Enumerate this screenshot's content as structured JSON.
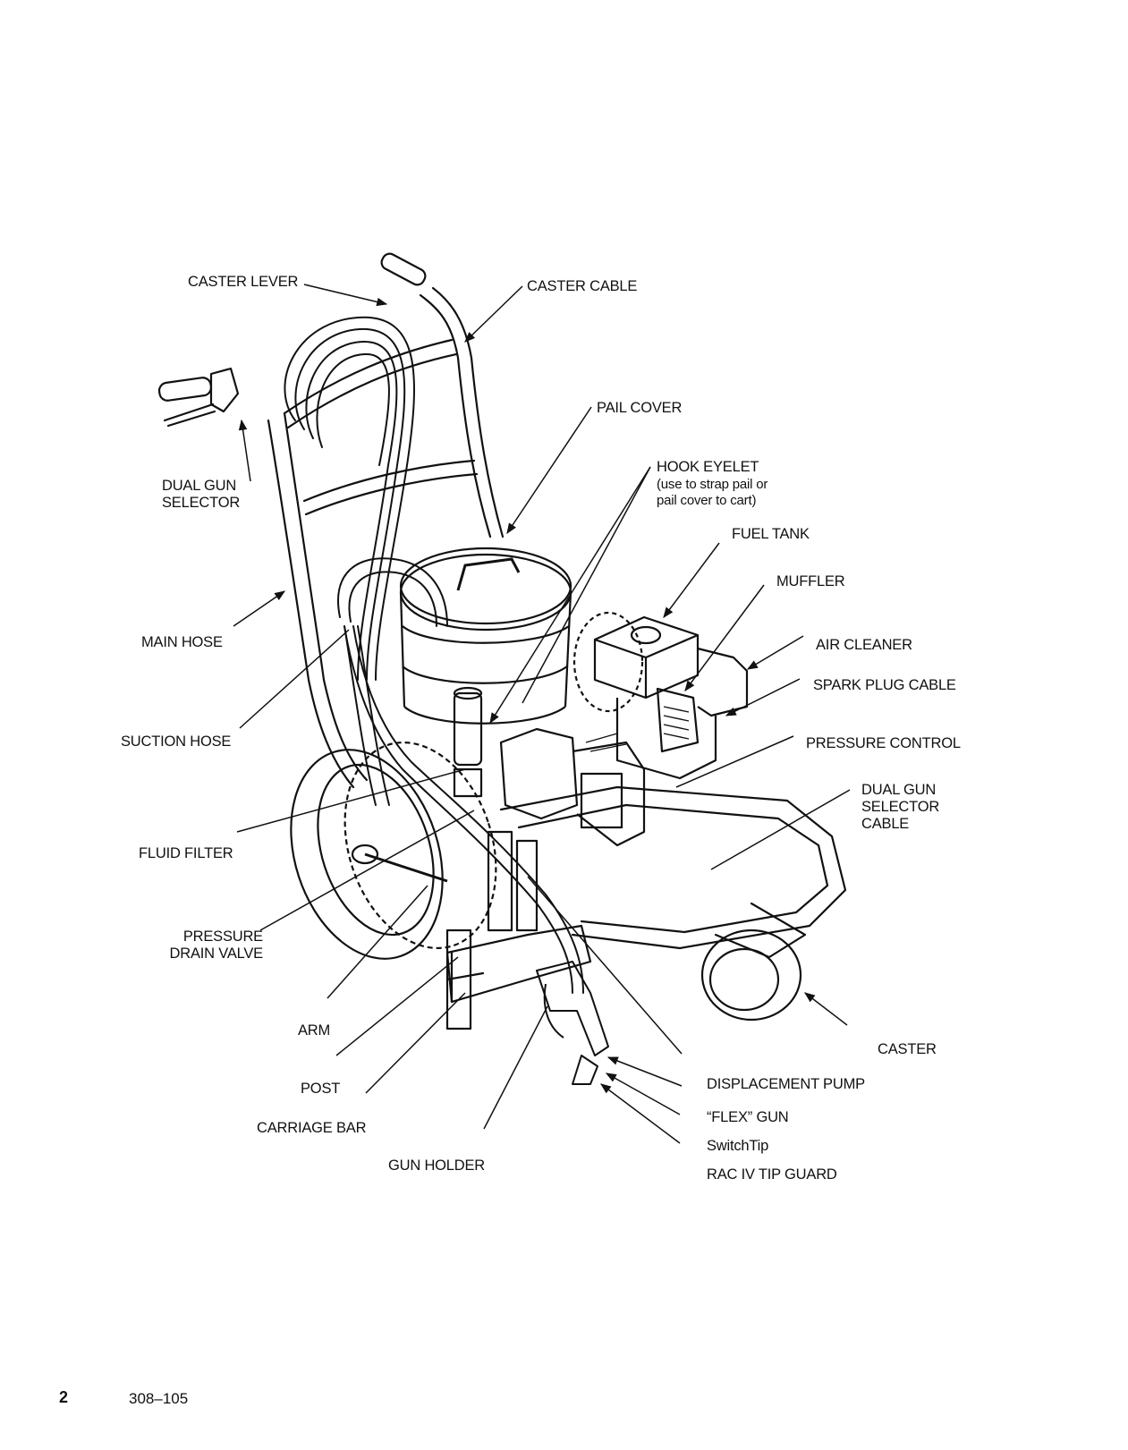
{
  "labels": {
    "caster_lever": "CASTER LEVER",
    "caster_cable": "CASTER CABLE",
    "pail_cover": "PAIL COVER",
    "hook_eyelet": "HOOK EYELET",
    "hook_eyelet_note_1": "(use to strap pail or",
    "hook_eyelet_note_2": "pail cover to cart)",
    "fuel_tank": "FUEL TANK",
    "muffler": "MUFFLER",
    "air_cleaner": "AIR CLEANER",
    "spark_plug_cable": "SPARK PLUG CABLE",
    "pressure_control": "PRESSURE CONTROL",
    "dual_gun_selector_cable_1": "DUAL GUN",
    "dual_gun_selector_cable_2": "SELECTOR",
    "dual_gun_selector_cable_3": "CABLE",
    "dual_gun_selector_1": "DUAL GUN",
    "dual_gun_selector_2": "SELECTOR",
    "main_hose": "MAIN HOSE",
    "suction_hose": "SUCTION HOSE",
    "fluid_filter": "FLUID FILTER",
    "pressure_drain_valve_1": "PRESSURE",
    "pressure_drain_valve_2": "DRAIN VALVE",
    "arm": "ARM",
    "post": "POST",
    "carriage_bar": "CARRIAGE BAR",
    "gun_holder": "GUN HOLDER",
    "caster": "CASTER",
    "displacement_pump": "DISPLACEMENT PUMP",
    "flex_gun": "“FLEX” GUN",
    "switchtip": "SwitchTip",
    "tip_guard": "RAC IV TIP GUARD"
  },
  "footer": {
    "page_number": "2",
    "document_number": "308–105"
  }
}
